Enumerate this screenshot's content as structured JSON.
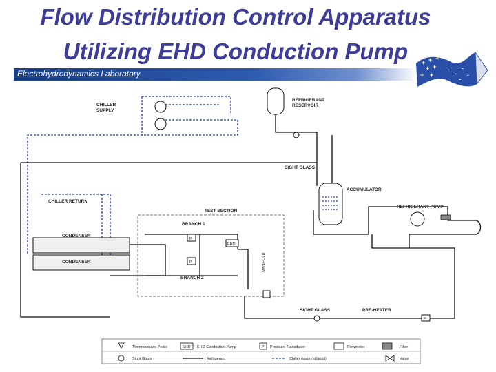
{
  "title": {
    "line1": "Flow Distribution Control Apparatus",
    "line2": "Utilizing EHD Conduction Pump"
  },
  "lab_name": "Electrohydrodynamics Laboratory",
  "colors": {
    "title": "#3d3d99",
    "lab_bar": "#1a3f8a",
    "chiller_line": "#1f3fb0",
    "refrigerant_line": "#111111"
  },
  "labels": {
    "chiller_supply": [
      "CHILLER",
      "SUPPLY"
    ],
    "refrigerant_reservoir": [
      "REFRIGERANT",
      "RESERVOIR"
    ],
    "sight_glass_top": "SIGHT GLASS",
    "chiller_return": "CHILLER RETURN",
    "accumulator": "ACCUMULATOR",
    "test_section": "TEST SECTION",
    "refrigerant_pump": "REFRIGERANT PUMP",
    "branch1": "BRANCH 1",
    "branch2": "BRANCH 2",
    "condenser_top": "CONDENSER",
    "condenser_bottom": "CONDENSER",
    "ehd": "EHD",
    "manifold": "MANIFOLD",
    "sight_glass_bottom": "SIGHT GLASS",
    "pre_heater": "PRE-HEATER",
    "p_symbol": "P",
    "f_symbol": "F"
  },
  "legend": {
    "thermocouple": "Thermocouple Probe",
    "ehd_box": "EHD",
    "ehd_pump": "EHD Conduction Pump",
    "p_box": "P",
    "pressure": "Pressure Transducer",
    "flowmeter": "Flowmeter",
    "filter": "Filter",
    "sight_glass": "Sight Glass",
    "refrigerant": "Refrigerant",
    "chiller": "Chiller (water/ethanol)",
    "valve": "Valve"
  }
}
